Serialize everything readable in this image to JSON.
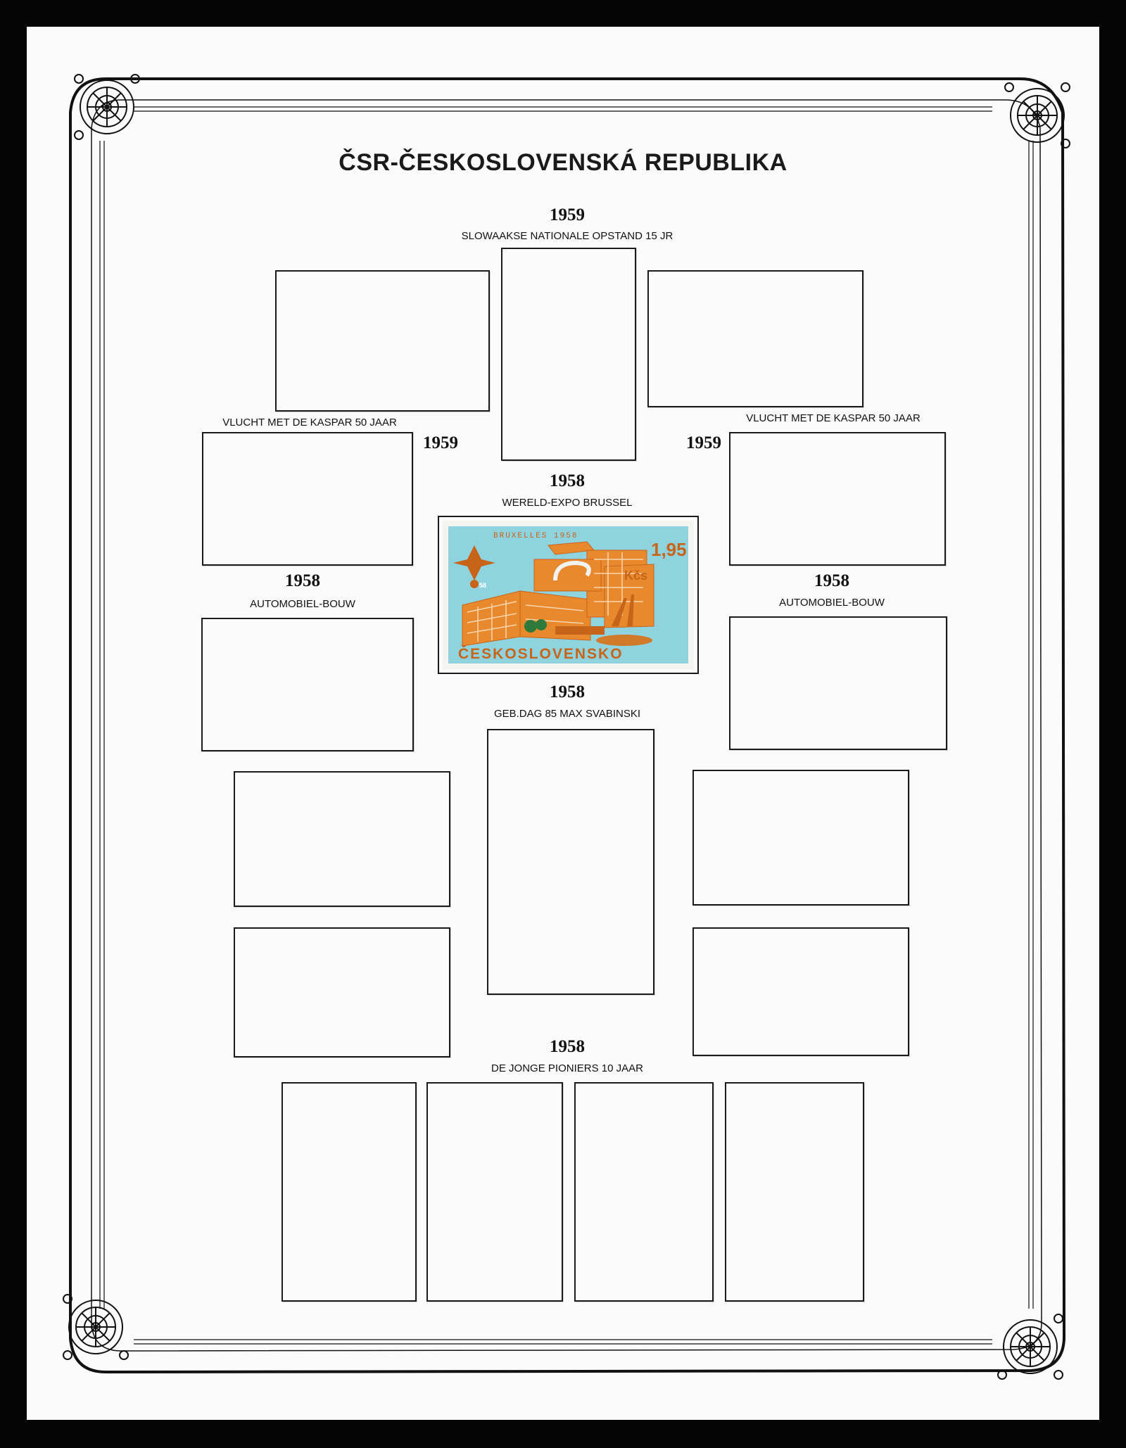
{
  "page": {
    "title": "ČSR-ČESKOSLOVENSKÁ REPUBLIKA"
  },
  "sections": {
    "slowaakse": {
      "year": "1959",
      "caption": "SLOWAAKSE NATIONALE OPSTAND 15 JR"
    },
    "kaspar_left": {
      "year": "1959",
      "caption": "VLUCHT MET DE KASPAR 50 JAAR"
    },
    "kaspar_right": {
      "year": "1959",
      "caption": "VLUCHT MET DE KASPAR 50 JAAR"
    },
    "expo": {
      "year": "1958",
      "caption": "WERELD-EXPO BRUSSEL"
    },
    "auto_left": {
      "year": "1958",
      "caption": "AUTOMOBIEL-BOUW"
    },
    "auto_right": {
      "year": "1958",
      "caption": "AUTOMOBIEL-BOUW"
    },
    "svabinski": {
      "year": "1958",
      "caption": "GEB.DAG 85 MAX SVABINSKI"
    },
    "pioniers": {
      "year": "1958",
      "caption": "DE JONGE PIONIERS 10 JAAR"
    }
  },
  "stamp": {
    "header": "BRUXELLES 1958",
    "value": "1,95",
    "currency": "Kčs",
    "country": "ČESKOSLOVENSKO",
    "expo_mark": "58",
    "colors": {
      "background": "#8fd3df",
      "building": "#e8892e",
      "ink": "#c8641a"
    }
  },
  "colors": {
    "paper": "#fbfbfb",
    "border": "#111111",
    "outer": "#050505"
  }
}
